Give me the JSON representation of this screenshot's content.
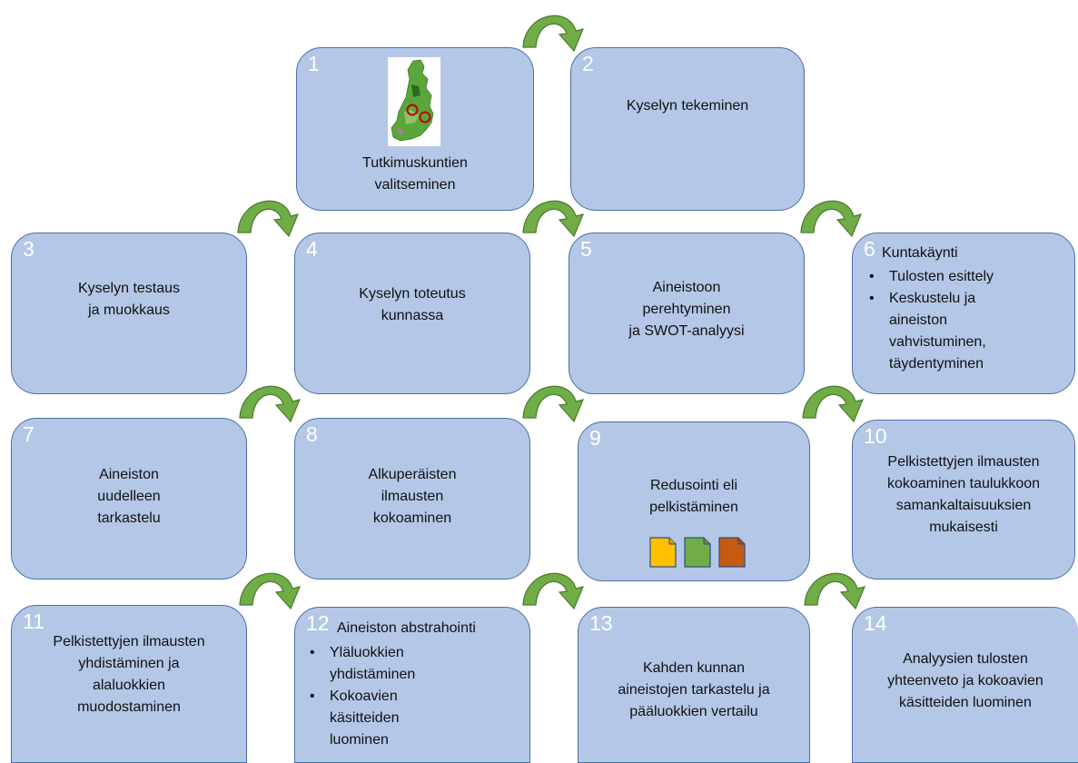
{
  "steps": [
    {
      "num": "1",
      "label": "Tutkimuskuntien\nvalitseminen"
    },
    {
      "num": "2",
      "label": "Kyselyn tekeminen"
    },
    {
      "num": "3",
      "label": "Kyselyn testaus\nja muokkaus"
    },
    {
      "num": "4",
      "label": "Kyselyn toteutus\nkunnassa"
    },
    {
      "num": "5",
      "label": "Aineistoon\nperehtyminen\nja SWOT-analyysi"
    },
    {
      "num": "6",
      "title": "Kuntakäynti",
      "bullets": [
        "Tulosten esittely",
        "Keskustelu ja\naineiston\nvahvistuminen,\ntäydentyminen"
      ]
    },
    {
      "num": "7",
      "label": "Aineiston\nuudelleen\ntarkastelu"
    },
    {
      "num": "8",
      "label": "Alkuperäisten\nilmausten\nkokoaminen"
    },
    {
      "num": "9",
      "label": "Redusointi eli\npelkistäminen"
    },
    {
      "num": "10",
      "label": "Pelkistettyjen ilmausten\nkokoaminen taulukkoon\nsamankaltaisuuksien\nmukaisesti"
    },
    {
      "num": "11",
      "label": "Pelkistettyjen ilmausten\nyhdistäminen ja\nalaluokkien\nmuodostaminen"
    },
    {
      "num": "12",
      "title": "Aineiston abstrahointi",
      "bullets": [
        "Yläluokkien\nyhdistäminen",
        "Kokoavien\nkäsitteiden\nluominen"
      ]
    },
    {
      "num": "13",
      "label": "Kahden kunnan\naineistojen tarkastelu ja\npääluokkien vertailu"
    },
    {
      "num": "14",
      "label": "Analyysien tulosten\nyhteenveto ja kokoavien\nkäsitteiden luominen"
    }
  ],
  "colors": {
    "box_fill": "#b4c7e7",
    "box_border": "#4a6fa5",
    "arrow": "#70ad47",
    "doc_yellow": "#ffc000",
    "doc_green": "#70ad47",
    "doc_orange": "#c55a11"
  },
  "icons": {
    "map": "finland-map-icon",
    "documents": [
      "yellow-document-icon",
      "green-document-icon",
      "orange-document-icon"
    ],
    "arrows": "curved-arrow-icon"
  }
}
